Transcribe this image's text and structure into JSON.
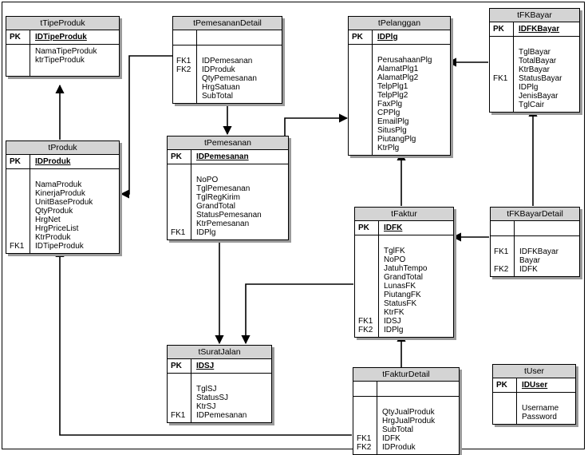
{
  "entities": {
    "tTipeProduk": {
      "title": "tTipeProduk",
      "pk": "IDTipeProduk",
      "attr_keys": [
        "",
        ""
      ],
      "attrs": [
        "NamaTipeProduk",
        "ktrTipeProduk"
      ]
    },
    "tPemesananDetail": {
      "title": "tPemesananDetail",
      "pk": "",
      "attr_keys": [
        "",
        "FK1",
        "FK2"
      ],
      "attrs": [
        "",
        "IDPemesanan",
        "IDProduk",
        "QtyPemesanan",
        "HrgSatuan",
        "SubTotal"
      ]
    },
    "tPelanggan": {
      "title": "tPelanggan",
      "pk": "IDPlg",
      "attr_keys": [
        ""
      ],
      "attrs": [
        "",
        "PerusahaanPlg",
        "AlamatPlg1",
        "AlamatPlg2",
        "TelpPlg1",
        "TelpPlg2",
        "FaxPlg",
        "CPPlg",
        "EmailPlg",
        "SitusPlg",
        "PiutangPlg",
        "KtrPlg"
      ]
    },
    "tFKBayar": {
      "title": "tFKBayar",
      "pk": "IDFKBayar",
      "attr_keys": [
        "",
        "",
        "",
        "",
        "FK1"
      ],
      "attrs": [
        "",
        "TglBayar",
        "TotalBayar",
        "KtrBayar",
        "StatusBayar",
        "IDPlg",
        "JenisBayar",
        "TglCair"
      ]
    },
    "tProduk": {
      "title": "tProduk",
      "pk": "IDProduk",
      "attr_keys": [
        "",
        "",
        "",
        "",
        "",
        "",
        "",
        "",
        "FK1"
      ],
      "attrs": [
        "",
        "NamaProduk",
        "KinerjaProduk",
        "UnitBaseProduk",
        "QtyProduk",
        "HrgNet",
        "HrgPriceList",
        "KtrProduk",
        "IDTipeProduk"
      ]
    },
    "tPemesanan": {
      "title": "tPemesanan",
      "pk": "IDPemesanan",
      "attr_keys": [
        "",
        "",
        "",
        "",
        "",
        "",
        "",
        "FK1"
      ],
      "attrs": [
        "",
        "NoPO",
        "TglPemesanan",
        "TglRegKirim",
        "GrandTotal",
        "StatusPemesanan",
        "KtrPemesanan",
        "IDPlg"
      ]
    },
    "tFaktur": {
      "title": "tFaktur",
      "pk": "IDFK",
      "attr_keys": [
        "",
        "",
        "",
        "",
        "",
        "",
        "",
        "",
        "",
        "FK1",
        "FK2"
      ],
      "attrs": [
        "",
        "TglFK",
        "NoPO",
        "JatuhTempo",
        "GrandTotal",
        "LunasFK",
        "PiutangFK",
        "StatusFK",
        "KtrFK",
        "IDSJ",
        "IDPlg"
      ]
    },
    "tFKBayarDetail": {
      "title": "tFKBayarDetail",
      "pk": "",
      "attr_keys": [
        "",
        "FK1",
        "",
        "FK2"
      ],
      "attrs": [
        "",
        "IDFKBayar",
        "Bayar",
        "IDFK"
      ]
    },
    "tSuratJalan": {
      "title": "tSuratJalan",
      "pk": "IDSJ",
      "attr_keys": [
        "",
        "",
        "",
        "",
        "FK1"
      ],
      "attrs": [
        "",
        "TglSJ",
        "StatusSJ",
        "KtrSJ",
        "IDPemesanan"
      ]
    },
    "tFakturDetail": {
      "title": "tFakturDetail",
      "pk": "",
      "attr_keys": [
        "",
        "",
        "",
        "",
        "FK1",
        "FK2"
      ],
      "attrs": [
        "",
        "QtyJualProduk",
        "HrgJualProduk",
        "SubTotal",
        "IDFK",
        "IDProduk"
      ]
    },
    "tUser": {
      "title": "tUser",
      "pk": "IDUser",
      "attr_keys": [
        ""
      ],
      "attrs": [
        "",
        "Username",
        "Password"
      ]
    }
  },
  "labels": {
    "pk": "PK"
  }
}
